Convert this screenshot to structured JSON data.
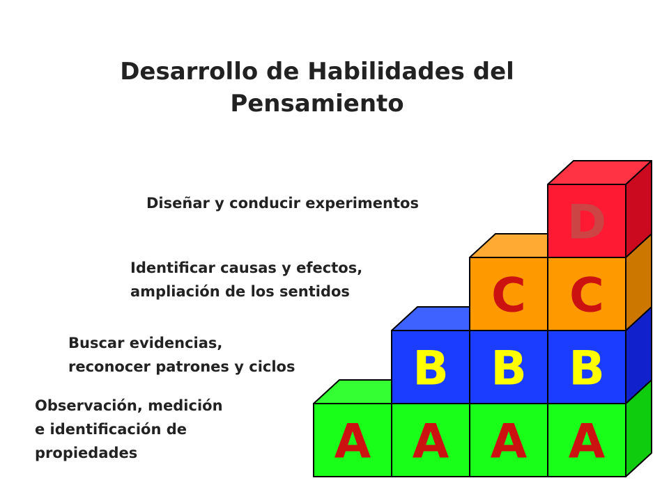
{
  "title": {
    "line1": "Desarrollo de Habilidades del",
    "line2": "Pensamiento"
  },
  "levels": {
    "d": {
      "line1": "Diseñar y conducir experimentos"
    },
    "c": {
      "line1": "Identificar causas y efectos,",
      "line2": "ampliación de los sentidos"
    },
    "b": {
      "line1": "Buscar evidencias,",
      "line2": "reconocer patrones y ciclos"
    },
    "a": {
      "line1": "Observación, medición",
      "line2": "e identificación de",
      "line3": "propiedades"
    }
  },
  "blocks": [
    {
      "letter": "A",
      "row": 0,
      "col": 0
    },
    {
      "letter": "A",
      "row": 0,
      "col": 1
    },
    {
      "letter": "A",
      "row": 0,
      "col": 2
    },
    {
      "letter": "A",
      "row": 0,
      "col": 3
    },
    {
      "letter": "B",
      "row": 1,
      "col": 1
    },
    {
      "letter": "B",
      "row": 1,
      "col": 2
    },
    {
      "letter": "B",
      "row": 1,
      "col": 3
    },
    {
      "letter": "C",
      "row": 2,
      "col": 2
    },
    {
      "letter": "C",
      "row": 2,
      "col": 3
    },
    {
      "letter": "D",
      "row": 3,
      "col": 3
    }
  ],
  "colors": {
    "A": {
      "front": "#1aff1a",
      "top": "#33ff33",
      "side": "#0fcc0f",
      "text": "#cc1111"
    },
    "B": {
      "front": "#1a3dff",
      "top": "#3d62ff",
      "side": "#1122cc",
      "text": "#ffff00"
    },
    "C": {
      "front": "#ff9900",
      "top": "#ffaa33",
      "side": "#cc7700",
      "text": "#cc1111"
    },
    "D": {
      "front": "#ff1a33",
      "top": "#ff3344",
      "side": "#cc0a1f",
      "text": "#cc4444"
    }
  }
}
